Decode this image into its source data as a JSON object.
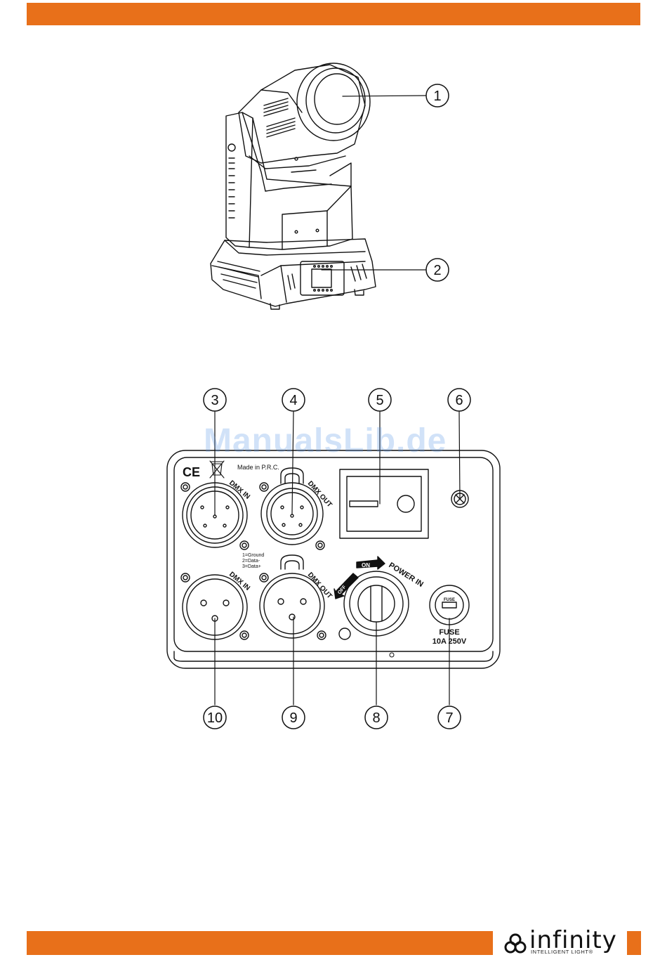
{
  "callouts": [
    "1",
    "2",
    "3",
    "4",
    "5",
    "6",
    "7",
    "8",
    "9",
    "10"
  ],
  "panel": {
    "ce_mark": "CE",
    "made_in": "Made in P.R.C.",
    "dmx_in_5pin": "DMX IN",
    "dmx_out_5pin": "DMX OUT",
    "dmx_in_3pin": "DMX IN",
    "dmx_out_3pin": "DMX OUT",
    "pin_legend": [
      "1=Ground",
      "2=Data-",
      "3=Data+"
    ],
    "power_in": "POWER IN",
    "on_label": "ON",
    "off_label": "OFF",
    "fuse_cap": "FUSE",
    "fuse_label": "FUSE",
    "fuse_rating": "10A 250V"
  },
  "watermark": "ManualsLib.de",
  "brand": {
    "name": "infinity",
    "tagline": "INTELLIGENT LIGHT®",
    "accent_color": "#e8701a"
  }
}
